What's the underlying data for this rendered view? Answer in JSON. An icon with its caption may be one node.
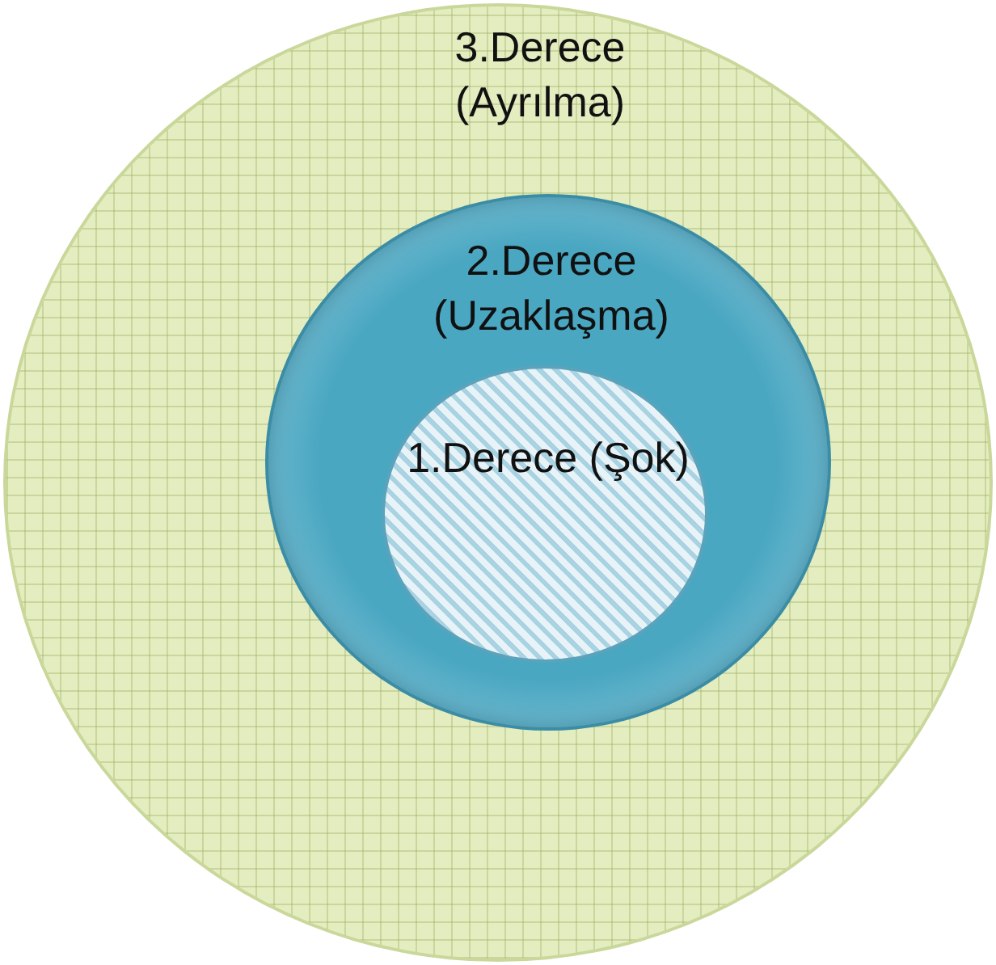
{
  "diagram": {
    "nodes": [
      {
        "text": [
          "3.Derece (Ayrılma)"
        ]
      },
      {
        "text": [
          "2.Derece (Uzaklaşma)"
        ],
        "in": 0
      },
      {
        "text": [
          "1.Derece (Şok)"
        ],
        "in": 1
      }
    ],
    "edges": []
  }
}
